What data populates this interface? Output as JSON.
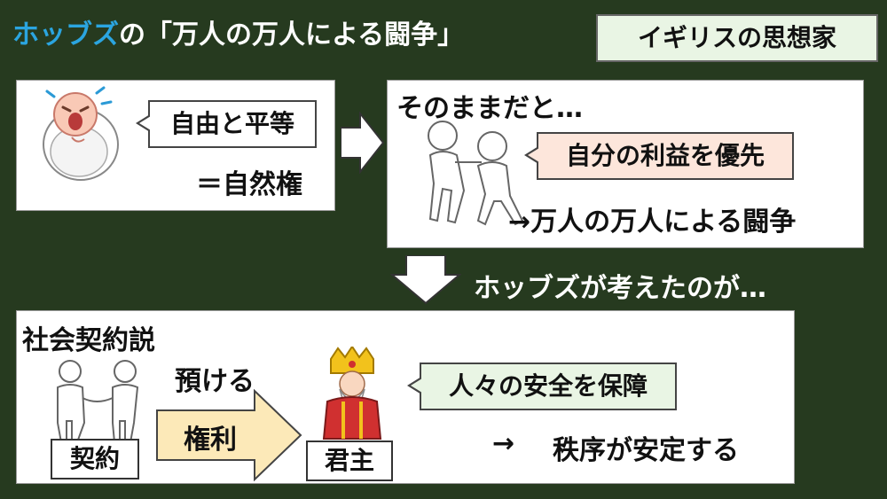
{
  "title": {
    "name": "ホッブズ",
    "rest": "の「万人の万人による闘争」"
  },
  "tag": "イギリスの思想家",
  "panel1": {
    "bubble": "自由と平等",
    "caption": "＝自然権"
  },
  "panel2": {
    "heading": "そのままだと…",
    "bubble": "自分の利益を優先",
    "result": "→万人の万人による闘争"
  },
  "middle_text": "ホッブズが考えたのが…",
  "panel3": {
    "heading": "社会契約説",
    "entrust": "預ける",
    "rights": "権利",
    "contract": "契約",
    "monarch": "君主",
    "bubble": "人々の安全を保障",
    "arrow": "→",
    "result": "秩序が安定する"
  },
  "colors": {
    "background": "#263a1f",
    "accent_name": "#2ba5e0",
    "bubble_pink": "#fde6db",
    "bubble_green": "#e9f5e4",
    "arrow_yellow": "#fce9b8"
  },
  "icons": [
    "crying-baby-icon",
    "fighting-people-icon",
    "handshake-people-icon",
    "king-icon",
    "arrow-right-icon",
    "arrow-down-icon"
  ]
}
